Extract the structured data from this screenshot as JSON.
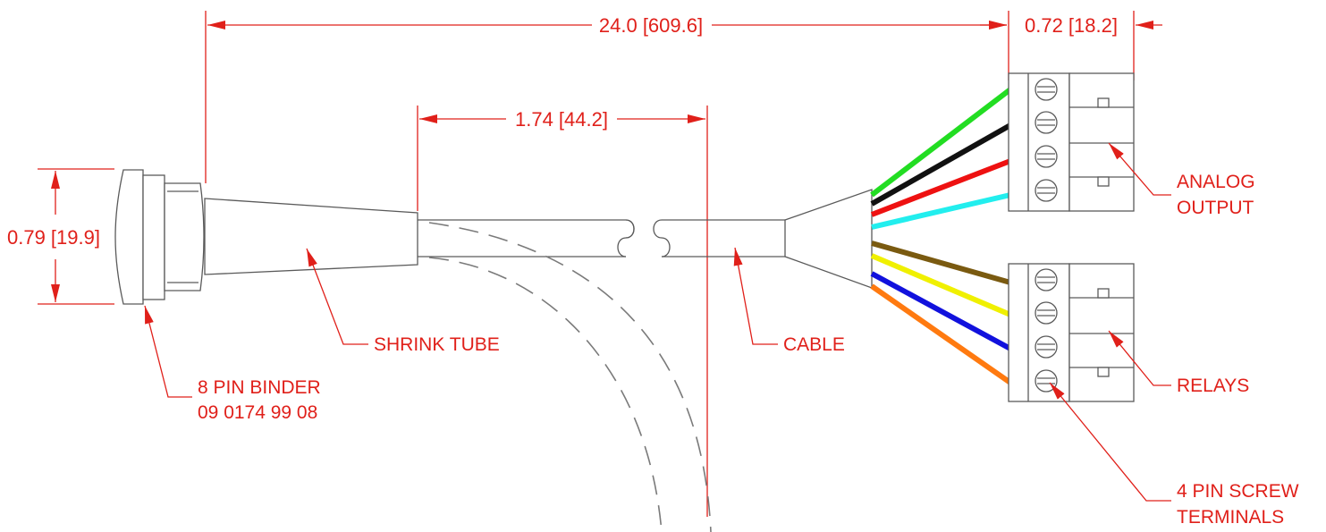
{
  "dimensions": {
    "overall_length": "24.0 [609.6]",
    "terminal_width": "0.72 [18.2]",
    "shrink_tube_length": "1.74 [44.2]",
    "connector_diameter": "0.79 [19.9]"
  },
  "callouts": {
    "connector_line1": "8 PIN BINDER",
    "connector_line2": "09 0174 99 08",
    "shrink_tube": "SHRINK TUBE",
    "cable": "CABLE",
    "analog_line1": "ANALOG",
    "analog_line2": "OUTPUT",
    "relays": "RELAYS",
    "terminals_line1": "4 PIN SCREW",
    "terminals_line2": "TERMINALS"
  },
  "colors": {
    "annotation": "#e0201a",
    "outline": "#5a5a5a",
    "wires": [
      "#22dd22",
      "#111111",
      "#ee1111",
      "#22eeee",
      "#7a5a10",
      "#f0f000",
      "#1111dd",
      "#ff7a10"
    ]
  }
}
